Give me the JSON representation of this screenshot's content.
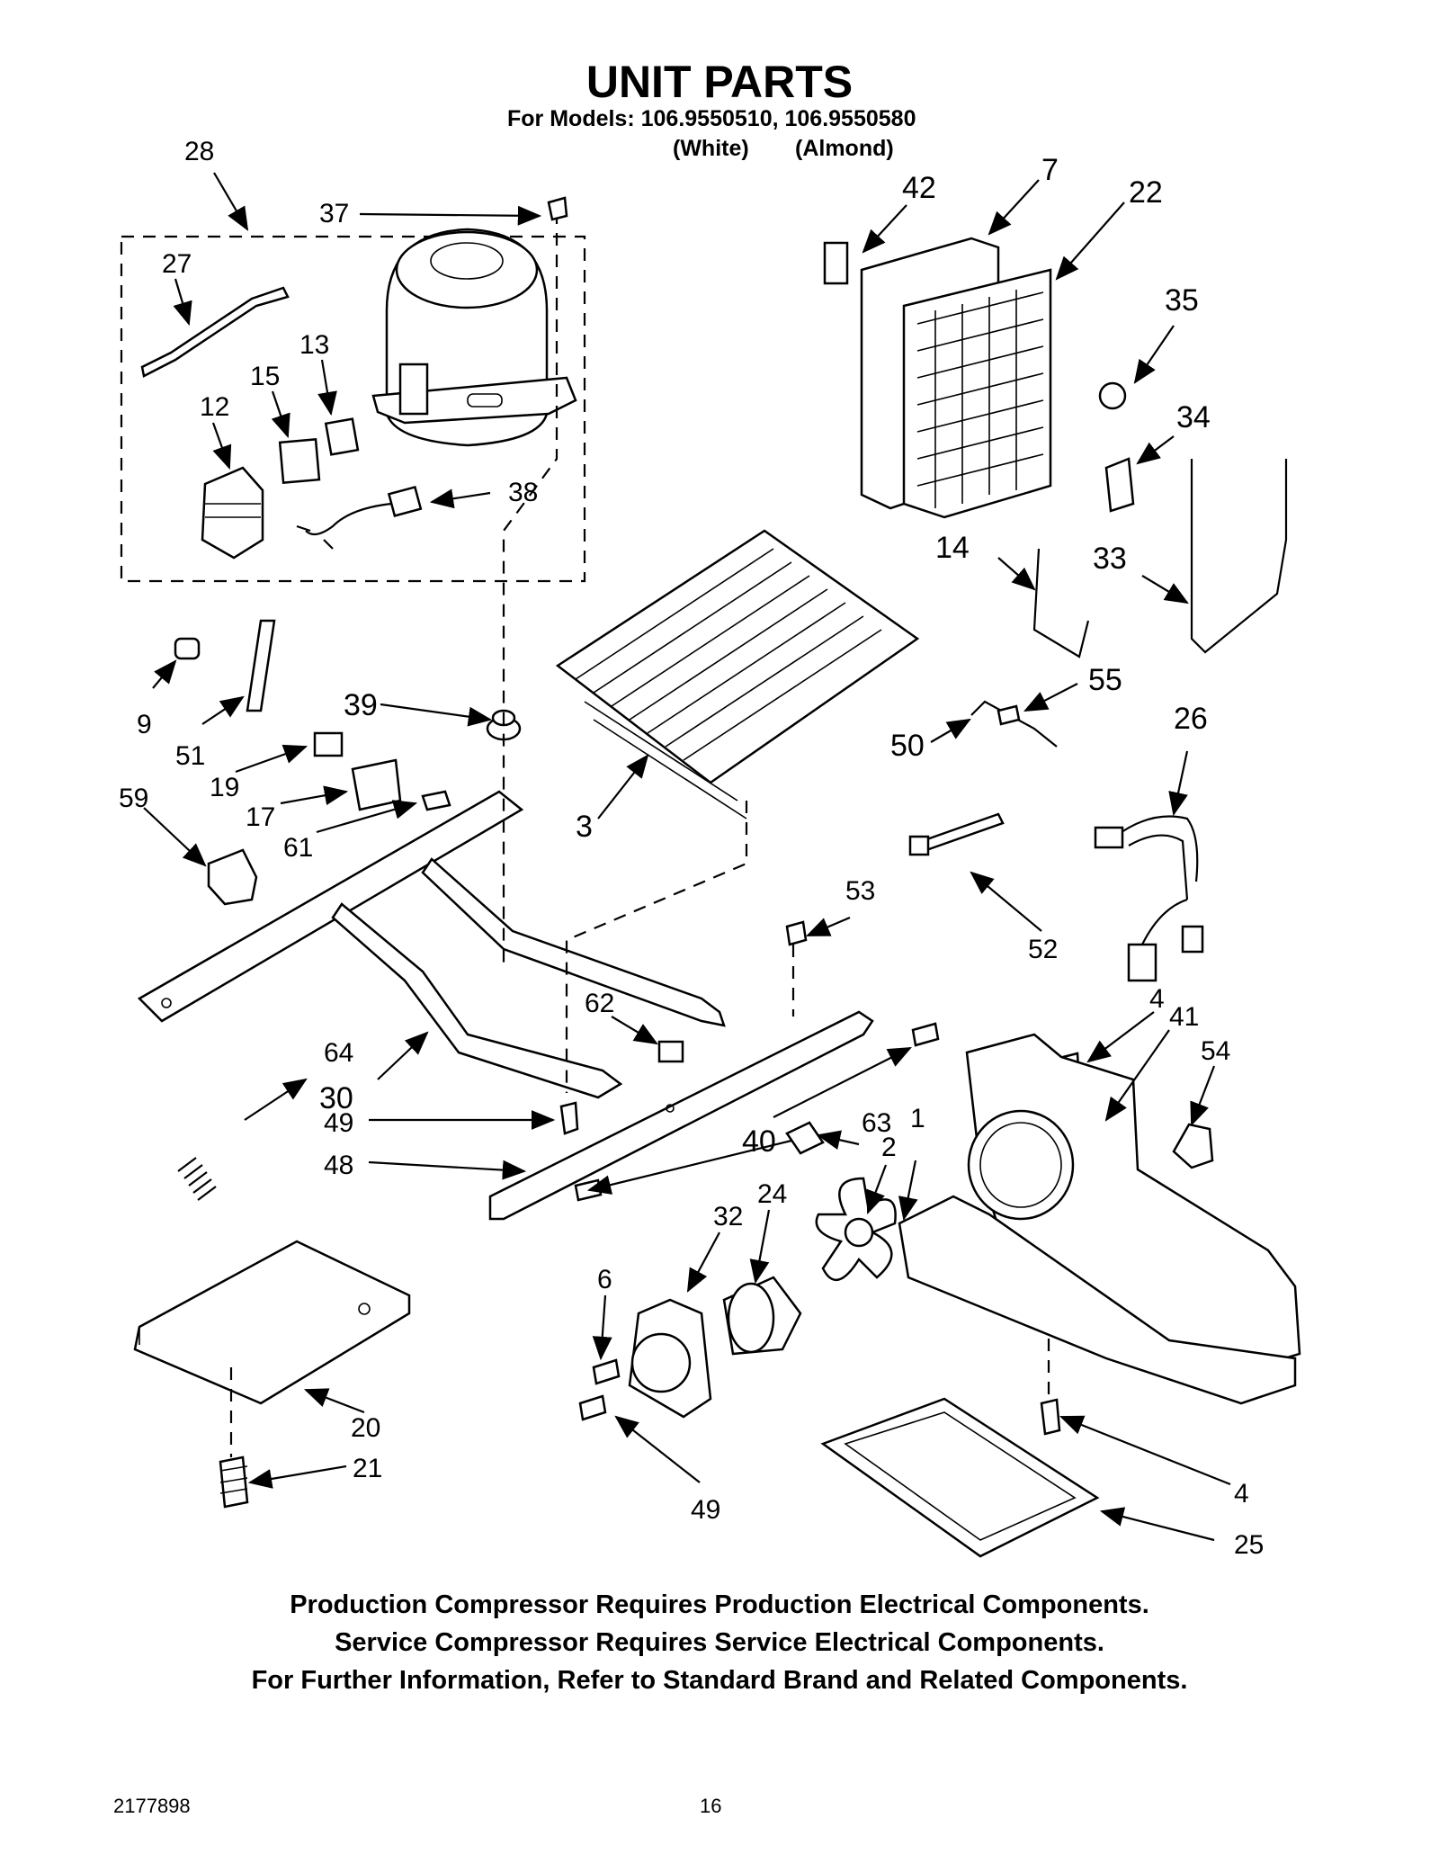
{
  "header": {
    "title": "UNIT PARTS",
    "models_line": "For Models: 106.9550510, 106.9550580",
    "color_white": "(White)",
    "color_almond": "(Almond)"
  },
  "callouts": {
    "c28": "28",
    "c37": "37",
    "c27": "27",
    "c13": "13",
    "c15": "15",
    "c12": "12",
    "c38": "38",
    "c42": "42",
    "c7": "7",
    "c22": "22",
    "c35": "35",
    "c34": "34",
    "c14": "14",
    "c33": "33",
    "c9": "9",
    "c51": "51",
    "c39": "39",
    "c19": "19",
    "c17": "17",
    "c61": "61",
    "c59": "59",
    "c3": "3",
    "c55": "55",
    "c50": "50",
    "c26": "26",
    "c53": "53",
    "c52": "52",
    "c62": "62",
    "c64": "64",
    "c30": "30",
    "c49a": "49",
    "c48": "48",
    "c40": "40",
    "c63": "63",
    "c2": "2",
    "c1": "1",
    "c4a": "4",
    "c41": "41",
    "c54": "54",
    "c32": "32",
    "c24": "24",
    "c6": "6",
    "c49b": "49",
    "c20": "20",
    "c21": "21",
    "c4b": "4",
    "c25": "25"
  },
  "notes": {
    "line1": "Production Compressor Requires Production Electrical Components.",
    "line2": "Service Compressor Requires Service Electrical Components.",
    "line3": "For Further Information, Refer to Standard Brand and Related Components."
  },
  "footer": {
    "doc_number": "2177898",
    "page_number": "16"
  }
}
